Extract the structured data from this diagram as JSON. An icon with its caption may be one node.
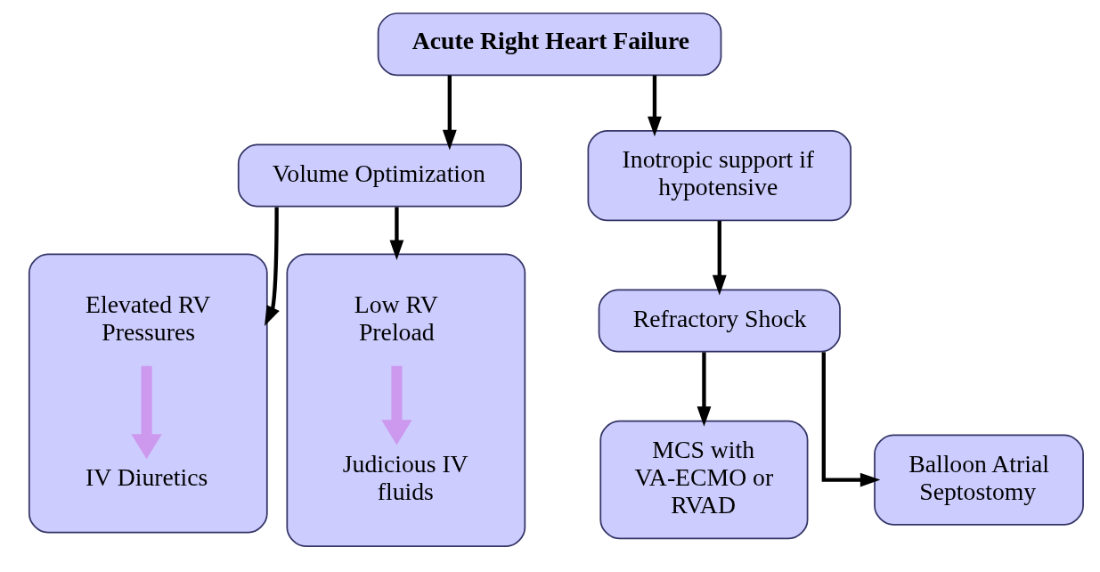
{
  "diagram": {
    "nodes": [
      {
        "text": [
          "Acute Right Heart Failure"
        ]
      },
      {
        "text": [
          "Volume Optimization"
        ]
      },
      {
        "text": [
          "Inotropic support if hypotensive"
        ]
      },
      {
        "text": [],
        "shape": "box"
      },
      {
        "text": [
          "Elevated RV Pressures"
        ],
        "in": 3
      },
      {
        "text": [
          "IV Diuretics"
        ],
        "in": 3
      },
      {
        "text": [],
        "shape": "box"
      },
      {
        "text": [
          "Low RV Preload"
        ],
        "in": 6
      },
      {
        "text": [
          "Judicious IV fluids"
        ],
        "in": 6
      },
      {
        "text": [
          "Refractory Shock"
        ]
      },
      {
        "text": [
          "MCS with VA-ECMO or RVAD"
        ]
      },
      {
        "text": [
          "Balloon Atrial Septostomy"
        ]
      }
    ],
    "edges": [
      {
        "from": 0,
        "to": 1,
        "arrow": "to"
      },
      {
        "from": 0,
        "to": 2,
        "arrow": "to"
      },
      {
        "from": 1,
        "to": 3,
        "arrow": "to"
      },
      {
        "from": 1,
        "to": 6,
        "arrow": "to"
      },
      {
        "from": 4,
        "to": 5,
        "arrow": "to",
        "style": "thick",
        "color": "#cc99ee"
      },
      {
        "from": 7,
        "to": 8,
        "arrow": "to",
        "style": "thick",
        "color": "#cc99ee"
      },
      {
        "from": 2,
        "to": 9,
        "arrow": "to"
      },
      {
        "from": 9,
        "to": 10,
        "arrow": "to"
      },
      {
        "from": 9,
        "to": 11,
        "arrow": "to"
      }
    ]
  }
}
